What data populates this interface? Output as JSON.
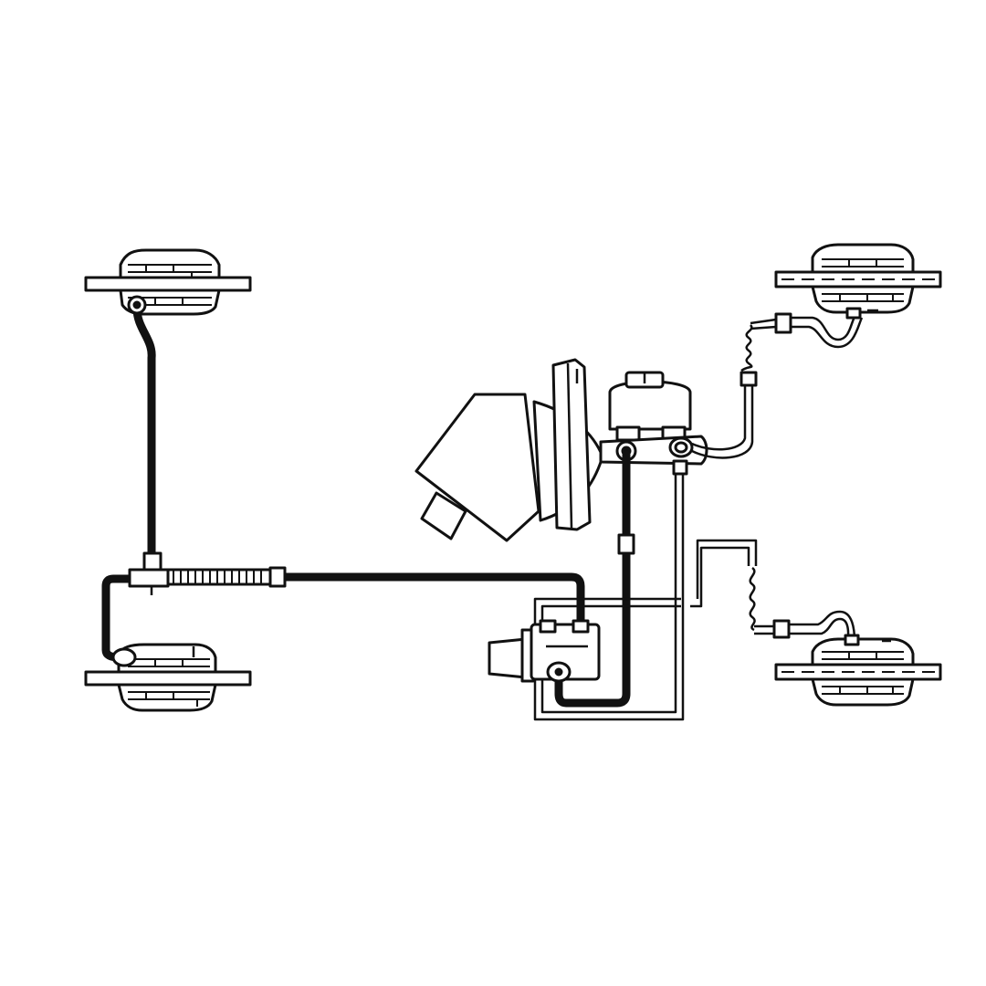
{
  "diagram": {
    "subject": "brake-hydraulic-system",
    "colors": {
      "background": "#ffffff",
      "ink": "#111111"
    },
    "components": [
      {
        "id": "brake-caliper-rear-left",
        "icon": "disc-brake-icon"
      },
      {
        "id": "brake-caliper-front-left",
        "icon": "disc-brake-icon"
      },
      {
        "id": "brake-caliper-rear-right",
        "icon": "disc-brake-icon"
      },
      {
        "id": "brake-caliper-front-right",
        "icon": "disc-brake-icon"
      },
      {
        "id": "brake-booster",
        "icon": "vacuum-booster-icon"
      },
      {
        "id": "master-cylinder",
        "icon": "master-cylinder-icon"
      },
      {
        "id": "pressure-regulator-valve",
        "icon": "valve-icon"
      },
      {
        "id": "tee-junction",
        "icon": "tee-fitting-icon"
      }
    ]
  }
}
